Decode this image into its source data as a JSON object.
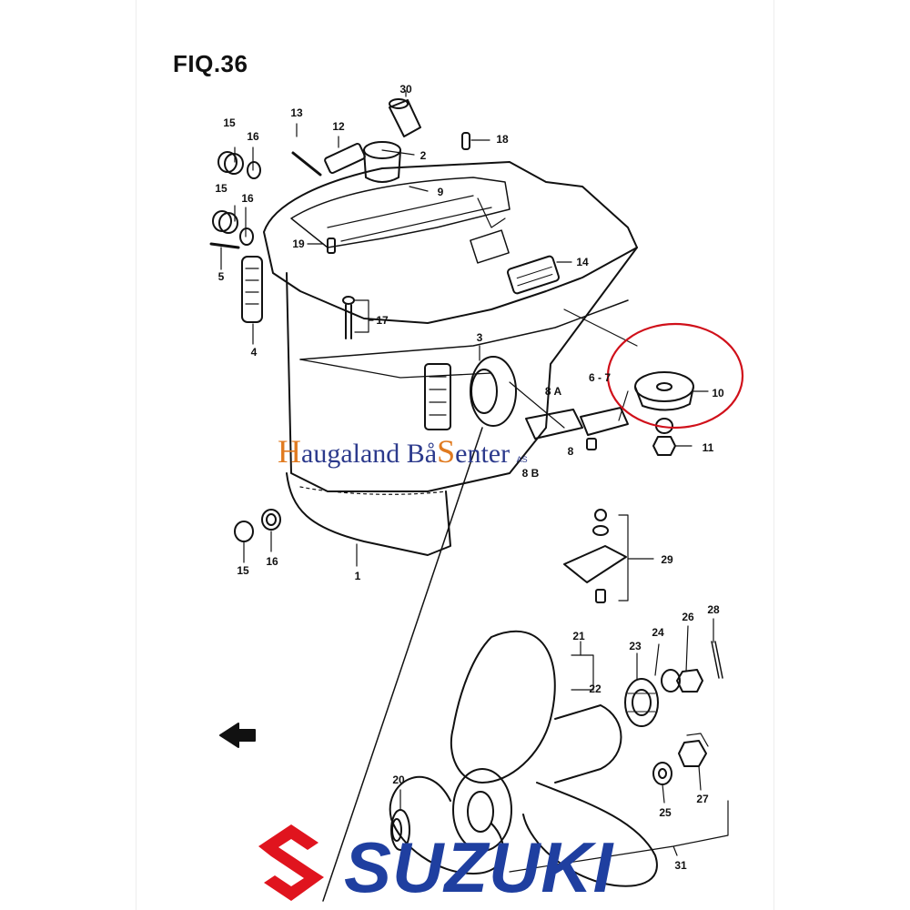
{
  "figure": {
    "title": "FIQ.36"
  },
  "watermark": {
    "initial_1": "H",
    "word_1": "augaland",
    "word_2": "Bå",
    "initial_3": "S",
    "word_3": "enter",
    "suffix": "AS",
    "colors": {
      "initials": "#e07a1f",
      "text": "#2c3a8c"
    }
  },
  "brand": {
    "name": "SUZUKI",
    "color": "#1f3fa0",
    "logo_color": "#e0141e"
  },
  "highlight": {
    "target_part": "10",
    "color": "#d0101a"
  },
  "part_labels": {
    "p1": "1",
    "p2": "2",
    "p3": "3",
    "p4": "4",
    "p5": "5",
    "p67": "6 - 7",
    "p8a": "8 A",
    "p8": "8",
    "p8b": "8 B",
    "p9": "9",
    "p10": "10",
    "p11": "11",
    "p12": "12",
    "p13": "13",
    "p14": "14",
    "p15a": "15",
    "p15b": "15",
    "p15c": "15",
    "p16a": "16",
    "p16b": "16",
    "p16c": "16",
    "p17": "17",
    "p18": "18",
    "p19": "19",
    "p20": "20",
    "p21": "21",
    "p22": "22",
    "p23": "23",
    "p24": "24",
    "p25": "25",
    "p26": "26",
    "p27": "27",
    "p28": "28",
    "p29": "29",
    "p30": "30",
    "p31": "31"
  }
}
